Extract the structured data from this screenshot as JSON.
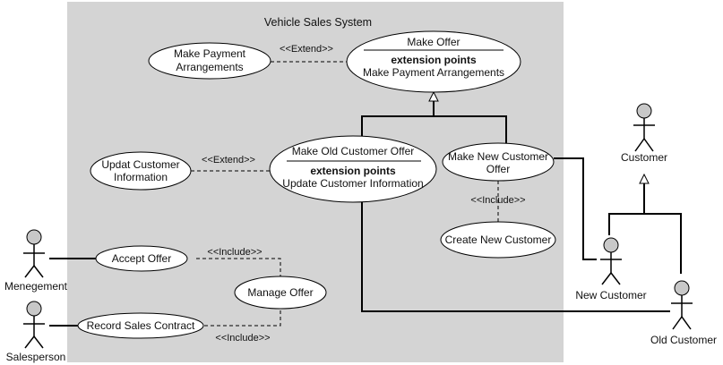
{
  "diagram": {
    "system_title": "Vehicle Sales System",
    "colors": {
      "system_fill": "#d4d4d4",
      "ellipse_fill": "#ffffff",
      "line": "#000000",
      "actor_head": "#c8c8c8"
    },
    "use_cases": {
      "make_offer": {
        "name": "Make Offer",
        "ext_title": "extension points",
        "ext_point": "Make Payment Arrangements"
      },
      "make_payment": {
        "line1": "Make Payment",
        "line2": "Arrangements"
      },
      "make_old": {
        "name": "Make Old Customer Offer",
        "ext_title": "extension points",
        "ext_point": "Update Customer Information"
      },
      "update_customer": {
        "line1": "Updat Customer",
        "line2": "Information"
      },
      "make_new": {
        "line1": "Make New Customer",
        "line2": "Offer"
      },
      "create_new": {
        "label": "Create New Customer"
      },
      "accept_offer": {
        "label": "Accept Offer"
      },
      "manage_offer": {
        "label": "Manage Offer"
      },
      "record_sales": {
        "label": "Record Sales Contract"
      }
    },
    "relations": {
      "extend_payment": "<<Extend>>",
      "extend_update": "<<Extend>>",
      "include_create": "<<Include>>",
      "include_accept": "<<Include>>",
      "include_record": "<<Include>>"
    },
    "actors": {
      "customer": "Customer",
      "new_customer": "New Customer",
      "old_customer": "Old Customer",
      "management": "Menegement",
      "salesperson": "Salesperson"
    }
  }
}
